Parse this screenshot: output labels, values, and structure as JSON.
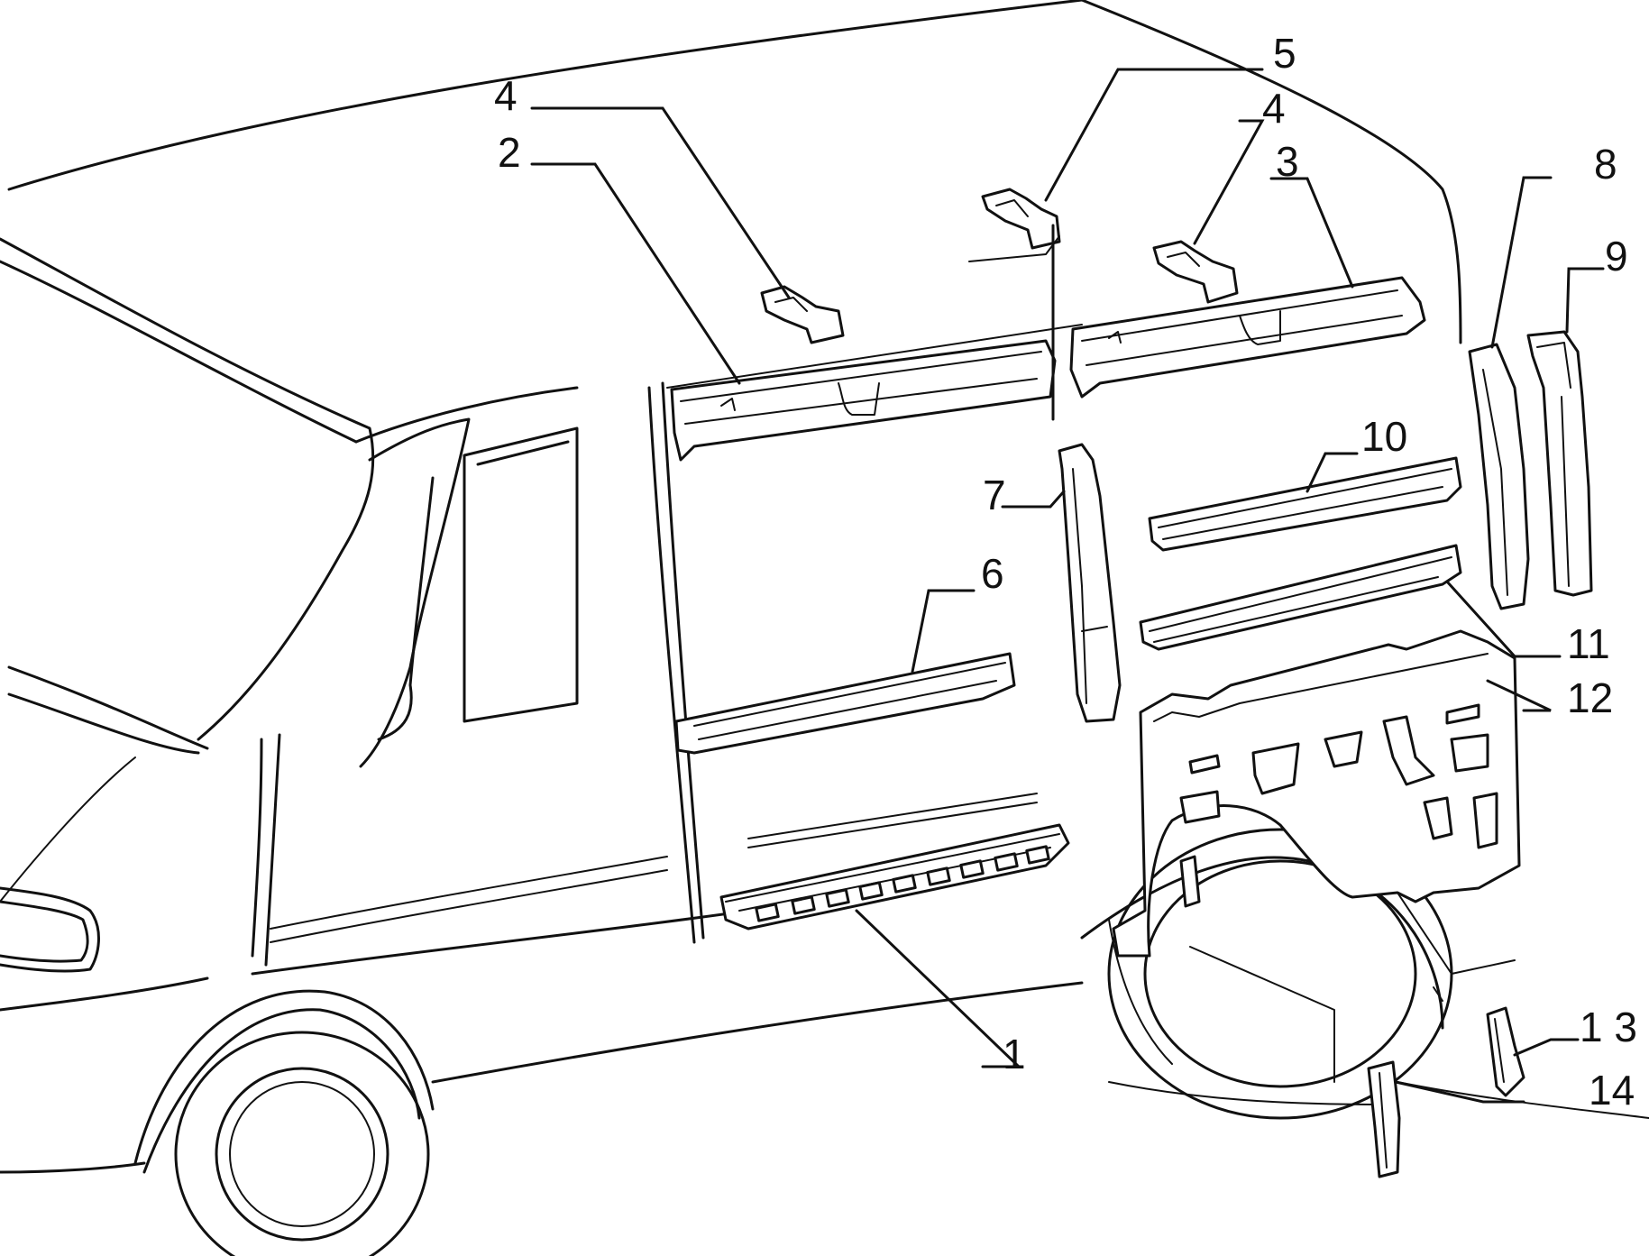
{
  "callouts": {
    "c1": "1",
    "c2": "2",
    "c3": "3",
    "c4a": "4",
    "c4b": "4",
    "c5": "5",
    "c6": "6",
    "c7": "7",
    "c8": "8",
    "c9": "9",
    "c10": "10",
    "c11": "11",
    "c12": "12",
    "c13": "1 3",
    "c14": "14"
  }
}
